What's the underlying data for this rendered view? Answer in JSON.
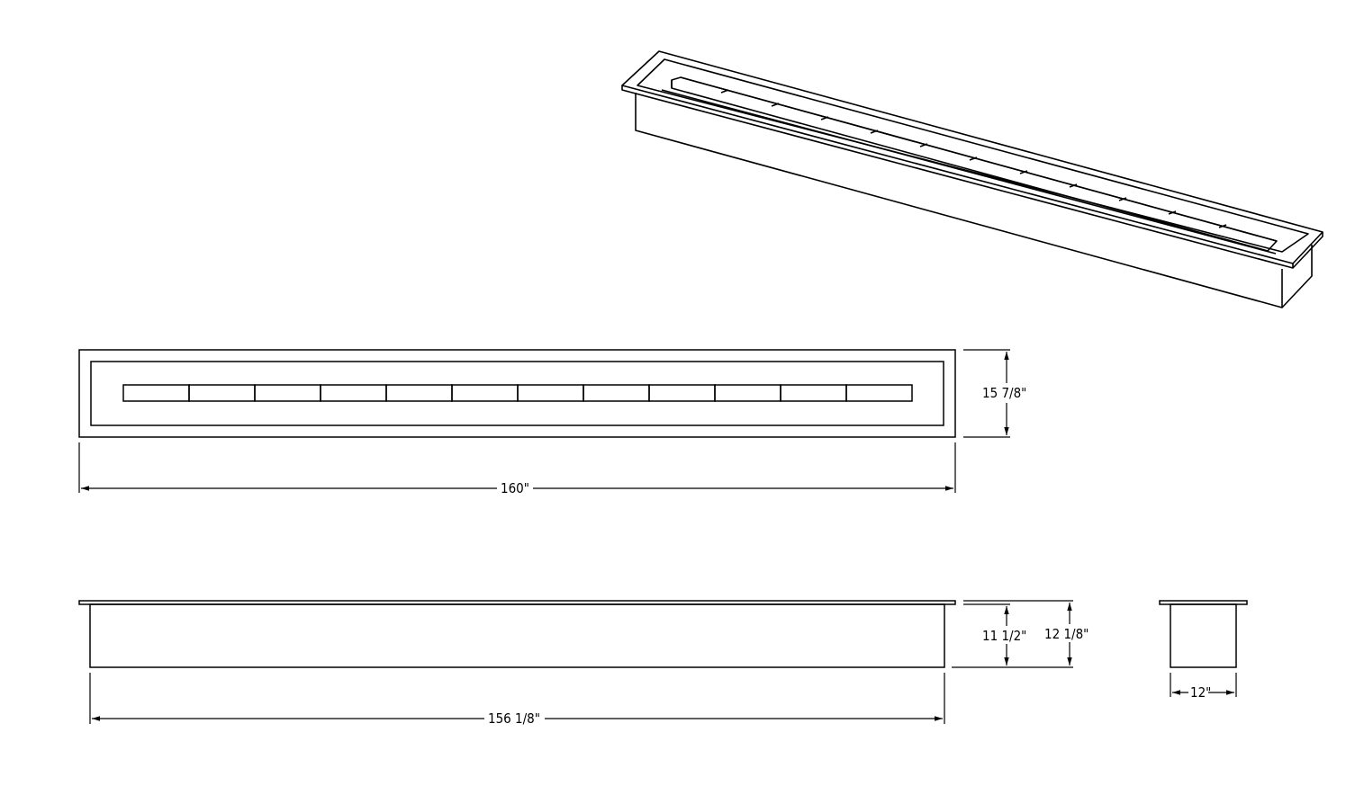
{
  "drawing": {
    "burner_segment_count": 12,
    "colors": {
      "line": "#000000",
      "background": "#ffffff"
    },
    "dimensions": {
      "top_view_depth": "15 7/8\"",
      "top_view_length": "160\"",
      "body_height": "11 1/2\"",
      "overall_height": "12 1/8\"",
      "body_length": "156 1/8\"",
      "end_width": "12\""
    }
  }
}
